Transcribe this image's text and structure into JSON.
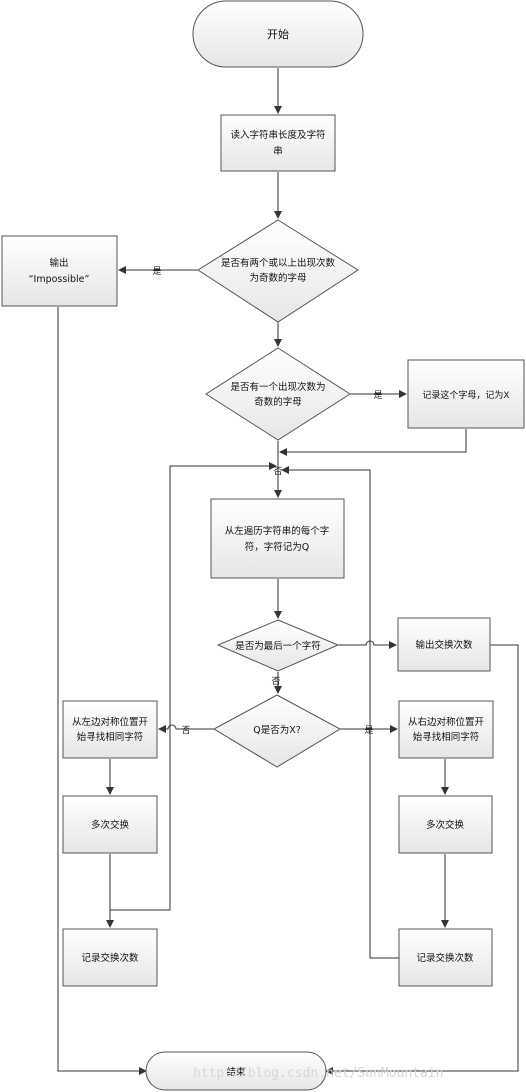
{
  "nodes": {
    "start": "开始",
    "read_input": [
      "读入字符串长度及字符",
      "串"
    ],
    "check_two_odd": [
      "是否有两个或以上出现次数",
      "为奇数的字母"
    ],
    "output_impossible": [
      "输出",
      "“Impossible”"
    ],
    "check_one_odd": [
      "是否有一个出现次数为",
      "奇数的字母"
    ],
    "record_x": "记录这个字母，记为X",
    "traverse": [
      "从左遍历字符串的每个字",
      "符，字符记为Q"
    ],
    "check_last": "是否为最后一个字符",
    "output_swaps": "输出交换次数",
    "check_q_is_x": "Q是否为X?",
    "search_left": [
      "从左边对称位置开",
      "始寻找相同字符"
    ],
    "search_right": [
      "从右边对称位置开",
      "始寻找相同字符"
    ],
    "swap_left": "多次交换",
    "swap_right": "多次交换",
    "record_left": "记录交换次数",
    "record_right": "记录交换次数",
    "end": "结束"
  },
  "edge_labels": {
    "two_odd_yes": "是",
    "one_odd_yes": "是",
    "one_odd_no": "否",
    "last_no": "否",
    "q_is_x_no": "否",
    "q_is_x_yes": "是"
  },
  "watermark": "http://blog.csdn.net/SunMountain",
  "colors": {
    "box_fill_top": "#ffffff",
    "box_fill_bottom": "#e8e8e8",
    "stroke": "#4a4a4a",
    "line": "#333333"
  }
}
